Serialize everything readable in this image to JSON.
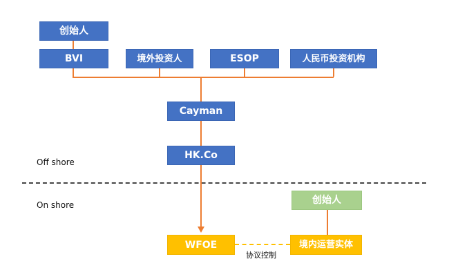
{
  "diagram": {
    "nodes": {
      "founder_top": "创始人",
      "bvi": "BVI",
      "foreign_investors": "境外投资人",
      "esop": "ESOP",
      "rmb_investors": "人民币投资机构",
      "cayman": "Cayman",
      "hk_co": "HK.Co",
      "wfoe": "WFOE",
      "founder_bottom": "创始人",
      "domestic_entity": "境内运营实体"
    },
    "labels": {
      "offshore": "Off shore",
      "onshore": "On shore",
      "agreement_control": "协议控制"
    },
    "colors": {
      "blue": "#4472c4",
      "green": "#a9d18e",
      "yellow": "#ffc000",
      "orange": "#ed7d31",
      "dashed_divider": "#444444"
    }
  }
}
